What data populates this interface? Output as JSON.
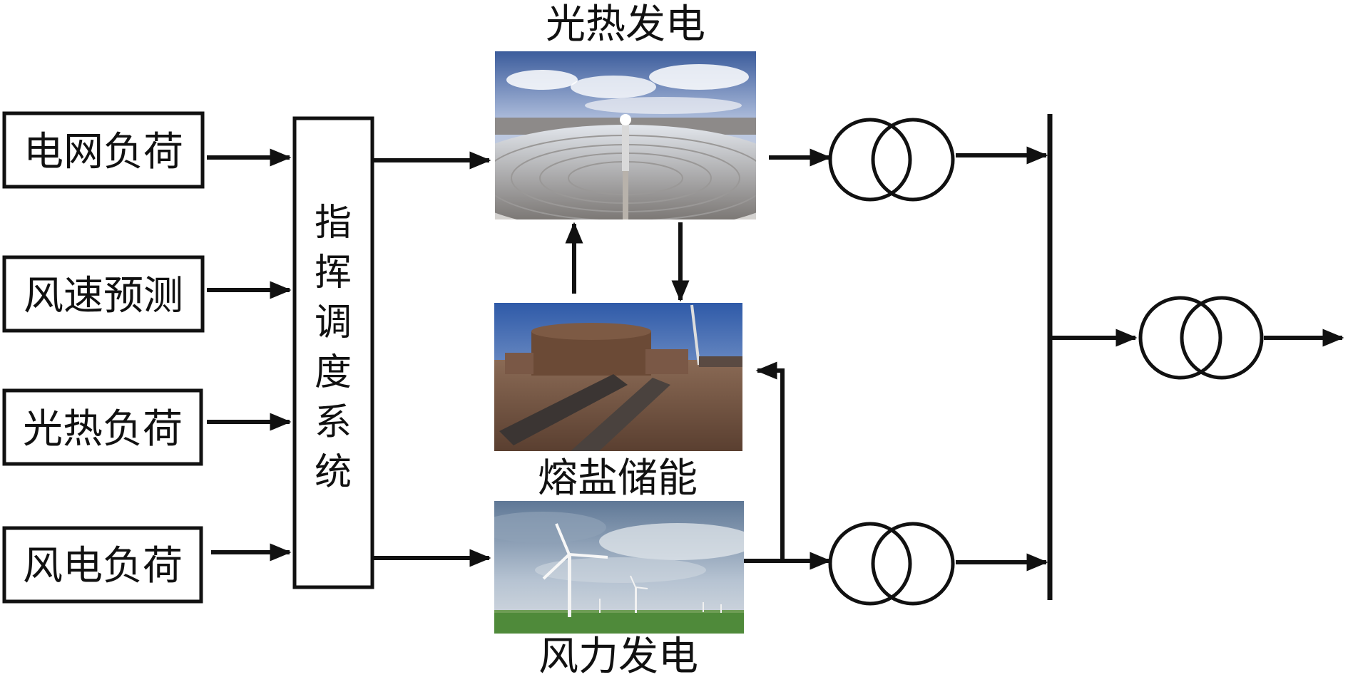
{
  "inputs": [
    {
      "label": "电网负荷"
    },
    {
      "label": "风速预测"
    },
    {
      "label": "光热负荷"
    },
    {
      "label": "风电负荷"
    }
  ],
  "dispatch": {
    "chars": [
      "指",
      "挥",
      "调",
      "度",
      "系",
      "统"
    ]
  },
  "plants": {
    "solar_thermal": {
      "caption": "光热发电"
    },
    "molten_salt": {
      "caption": "熔盐储能"
    },
    "wind": {
      "caption": "风力发电"
    }
  },
  "colors": {
    "line": "#111111",
    "box_fill": "#ffffff"
  }
}
